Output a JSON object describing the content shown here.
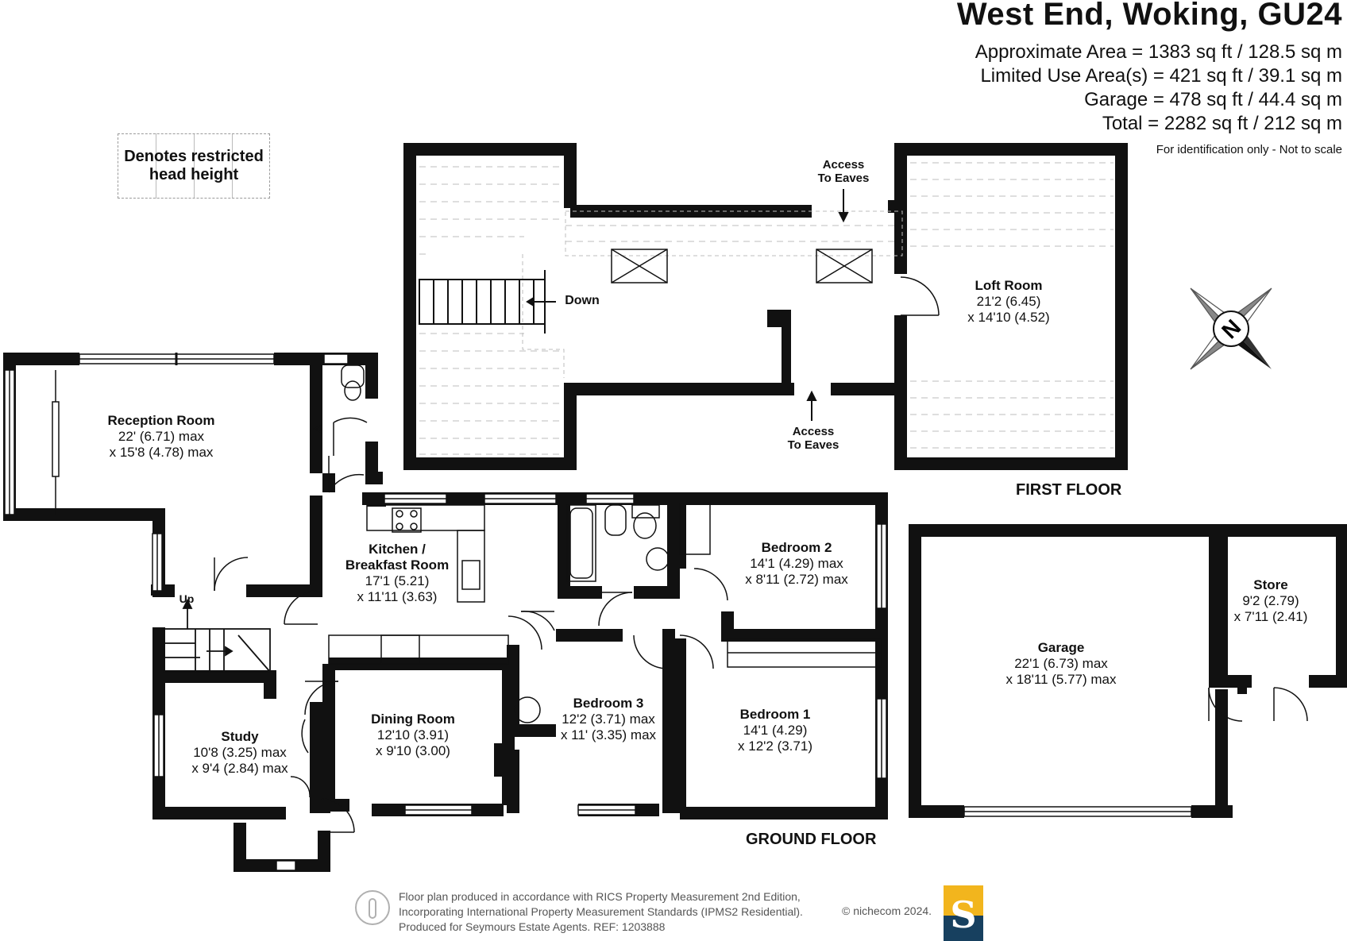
{
  "header": {
    "title": "West End, Woking, GU24",
    "areas": [
      "Approximate Area = 1383 sq ft / 128.5 sq m",
      "Limited Use Area(s) = 421 sq ft / 39.1 sq m",
      "Garage = 478 sq ft / 44.4 sq m",
      "Total = 2282 sq ft / 212 sq m"
    ],
    "note": "For identification only - Not to scale"
  },
  "legend": {
    "line1": "Denotes restricted",
    "line2": "head height"
  },
  "floors": {
    "first": "FIRST FLOOR",
    "ground": "GROUND FLOOR"
  },
  "labels": {
    "down": "Down",
    "up": "Up",
    "access_line1": "Access",
    "access_line2": "To Eaves"
  },
  "rooms": {
    "loft": {
      "name": "Loft Room",
      "dim1": "21'2 (6.45)",
      "dim2": "x 14'10 (4.52)"
    },
    "reception": {
      "name": "Reception Room",
      "dim1": "22' (6.71) max",
      "dim2": "x 15'8 (4.78) max"
    },
    "kitchen": {
      "name1": "Kitchen /",
      "name2": "Breakfast Room",
      "dim1": "17'1 (5.21)",
      "dim2": "x 11'11 (3.63)"
    },
    "bedroom2": {
      "name": "Bedroom 2",
      "dim1": "14'1 (4.29) max",
      "dim2": "x 8'11 (2.72) max"
    },
    "bedroom3": {
      "name": "Bedroom 3",
      "dim1": "12'2 (3.71) max",
      "dim2": "x 11' (3.35) max"
    },
    "bedroom1": {
      "name": "Bedroom 1",
      "dim1": "14'1 (4.29)",
      "dim2": "x 12'2 (3.71)"
    },
    "dining": {
      "name": "Dining Room",
      "dim1": "12'10 (3.91)",
      "dim2": "x 9'10 (3.00)"
    },
    "study": {
      "name": "Study",
      "dim1": "10'8 (3.25) max",
      "dim2": "x 9'4 (2.84) max"
    },
    "garage": {
      "name": "Garage",
      "dim1": "22'1 (6.73) max",
      "dim2": "x 18'11 (5.77) max"
    },
    "store": {
      "name": "Store",
      "dim1": "9'2 (2.79)",
      "dim2": "x 7'11 (2.41)"
    }
  },
  "compass": {
    "letter": "N"
  },
  "footer": {
    "line1": "Floor plan produced in accordance with RICS Property Measurement 2nd Edition,",
    "line2": "Incorporating International Property Measurement Standards (IPMS2 Residential).",
    "line3": "Produced for Seymours Estate Agents.    REF: 1203888",
    "copyright": "© nichecom 2024.",
    "logo_letter": "S"
  },
  "colors": {
    "wall": "#111111",
    "logo_top": "#f2b51d",
    "logo_bottom": "#17405f"
  }
}
